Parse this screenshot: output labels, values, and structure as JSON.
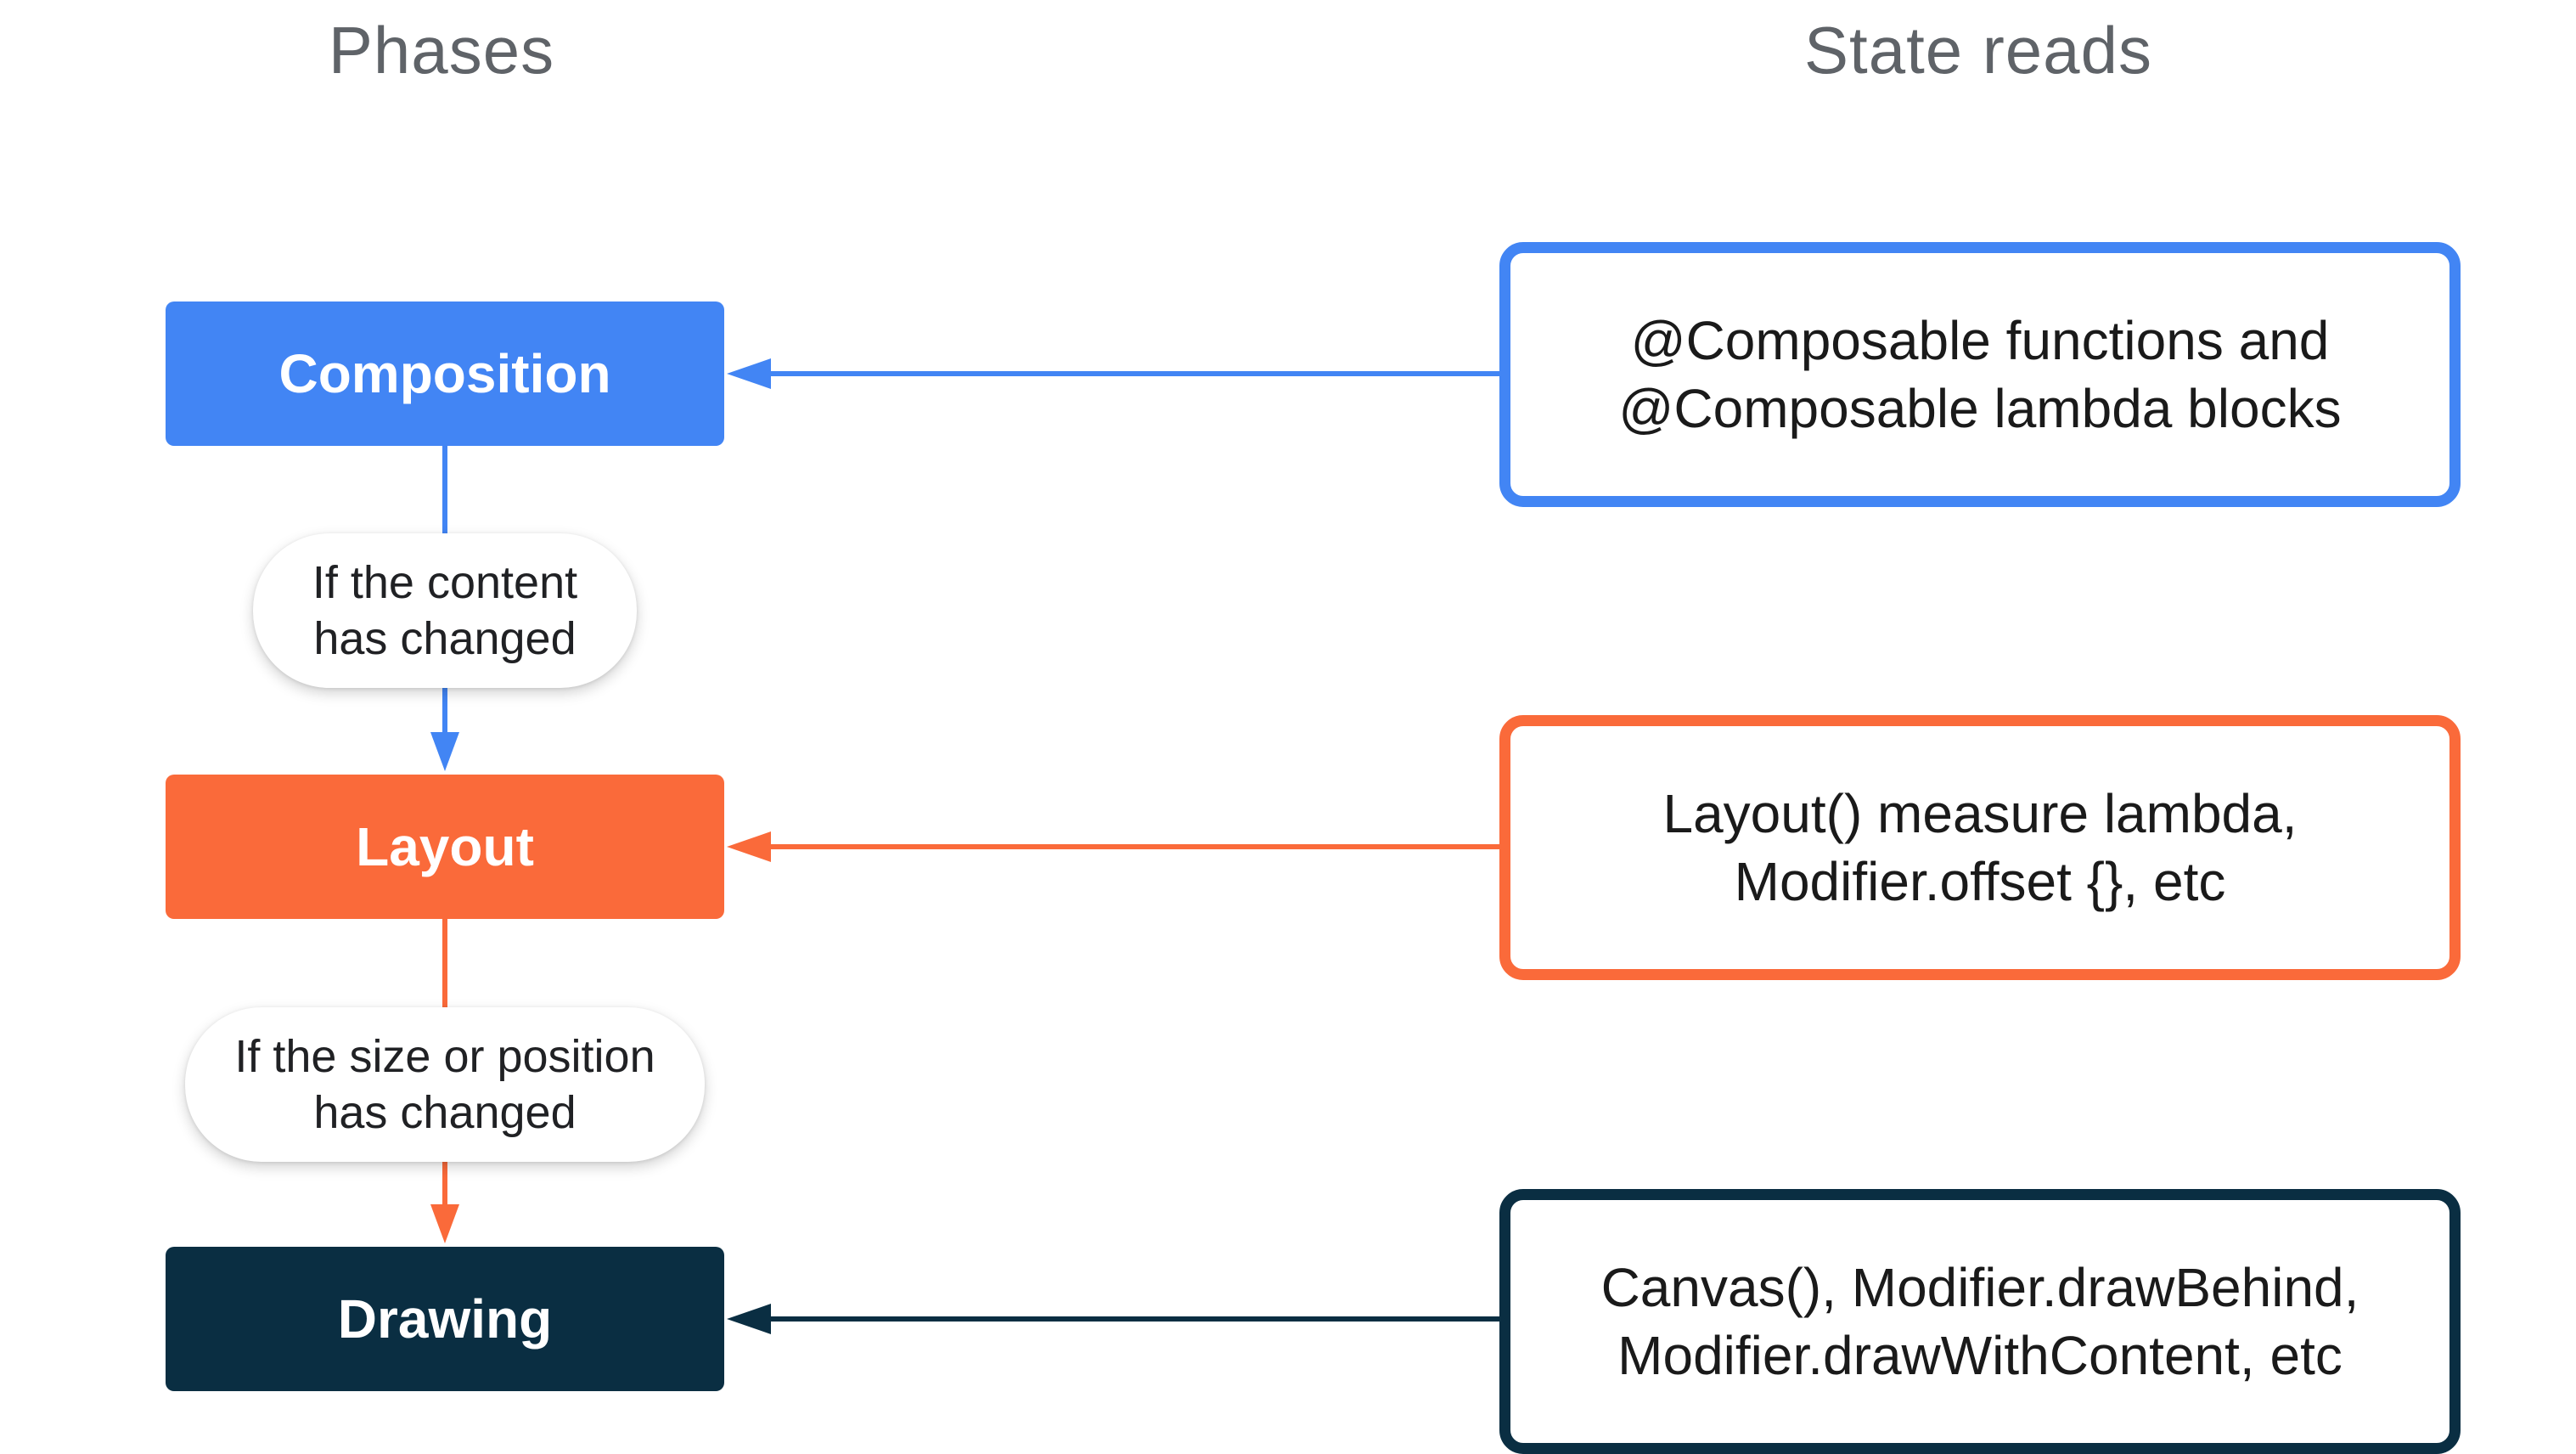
{
  "headers": {
    "phases": "Phases",
    "state_reads": "State reads"
  },
  "phases": {
    "composition": "Composition",
    "layout": "Layout",
    "drawing": "Drawing"
  },
  "conditions": {
    "content_changed": [
      "If the content",
      "has changed"
    ],
    "size_position_changed": [
      "If the size or position",
      "has changed"
    ]
  },
  "state_reads": {
    "composition": [
      "@Composable functions and",
      "@Composable lambda blocks"
    ],
    "layout": [
      "Layout() measure lambda,",
      "Modifier.offset {}, etc"
    ],
    "drawing": [
      "Canvas(), Modifier.drawBehind,",
      "Modifier.drawWithContent, etc"
    ]
  },
  "colors": {
    "composition": "#4285f4",
    "layout": "#fa6a3a",
    "drawing": "#0a2e42",
    "header_text": "#5f6368"
  }
}
